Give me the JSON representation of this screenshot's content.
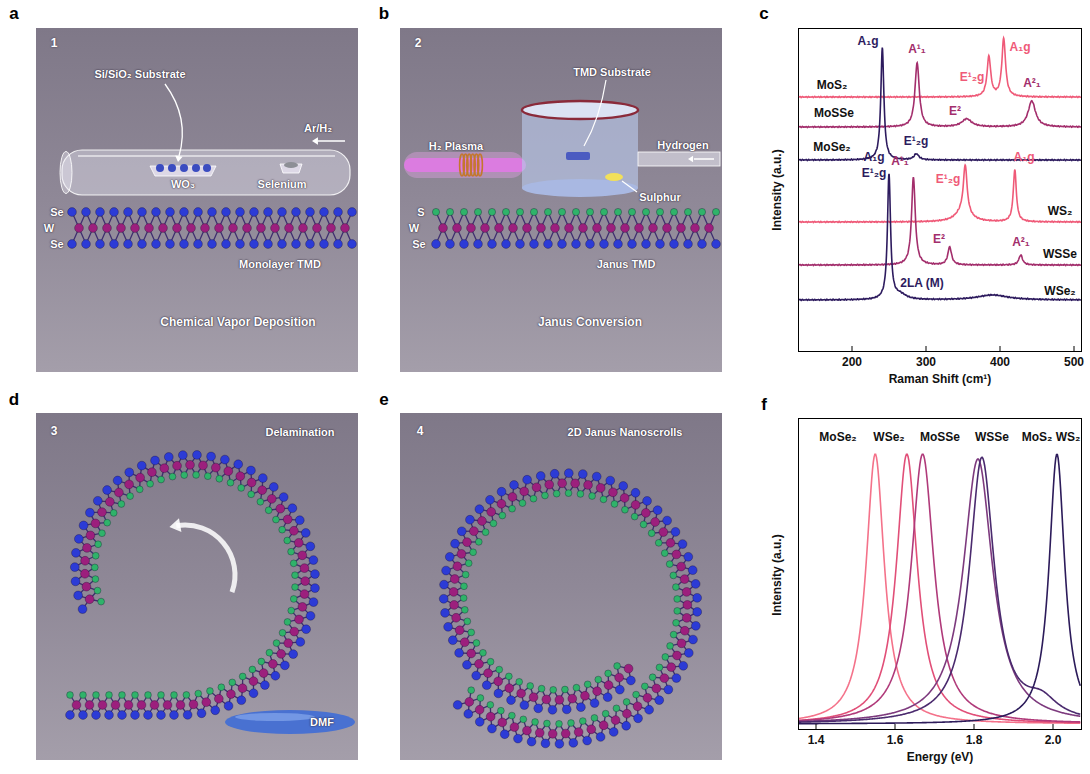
{
  "diagram": {
    "nodes": [
      {
        "text": [
          "a",
          "1",
          "Si/SiO₂ Substrate",
          "Ar/H₂",
          "WO₃",
          "Selenium",
          "Se",
          "W",
          "Se",
          "Monolayer TMD",
          "Chemical Vapor Deposition"
        ]
      },
      {
        "text": [
          "b",
          "2",
          "TMD Substrate",
          "H₂ Plasma",
          "Hydrogen",
          "Sulphur",
          "S",
          "W",
          "Se",
          "Janus TMD",
          "Janus Conversion"
        ]
      },
      {
        "text": [
          "c",
          "A₁g",
          "A¹₁",
          "E¹₂g",
          "A₁g",
          "MoS₂",
          "MoSSe",
          "E²",
          "A²₁",
          "MoSe₂",
          "E¹₂g",
          "A₁g",
          "E¹₂g",
          "A¹₁",
          "E¹₂g",
          "A₁g",
          "WS₂",
          "WSSe",
          "E²",
          "A²₁",
          "2LA (M)",
          "WSe₂",
          "Intensity (a.u.)",
          "200",
          "300",
          "400",
          "500",
          "Raman Shift (cm¹)"
        ]
      },
      {
        "text": [
          "d",
          "3",
          "Delamination",
          "DMF"
        ]
      },
      {
        "text": [
          "e",
          "4",
          "2D Janus Nanoscrolls"
        ]
      },
      {
        "text": [
          "f",
          "MoSe₂",
          "WSe₂",
          "MoSSe",
          "WSSe",
          "MoS₂",
          "WS₂",
          "Intensity (a.u.)",
          "1.4",
          "1.6",
          "1.8",
          "2.0",
          "Energy (eV)"
        ]
      }
    ]
  }
}
